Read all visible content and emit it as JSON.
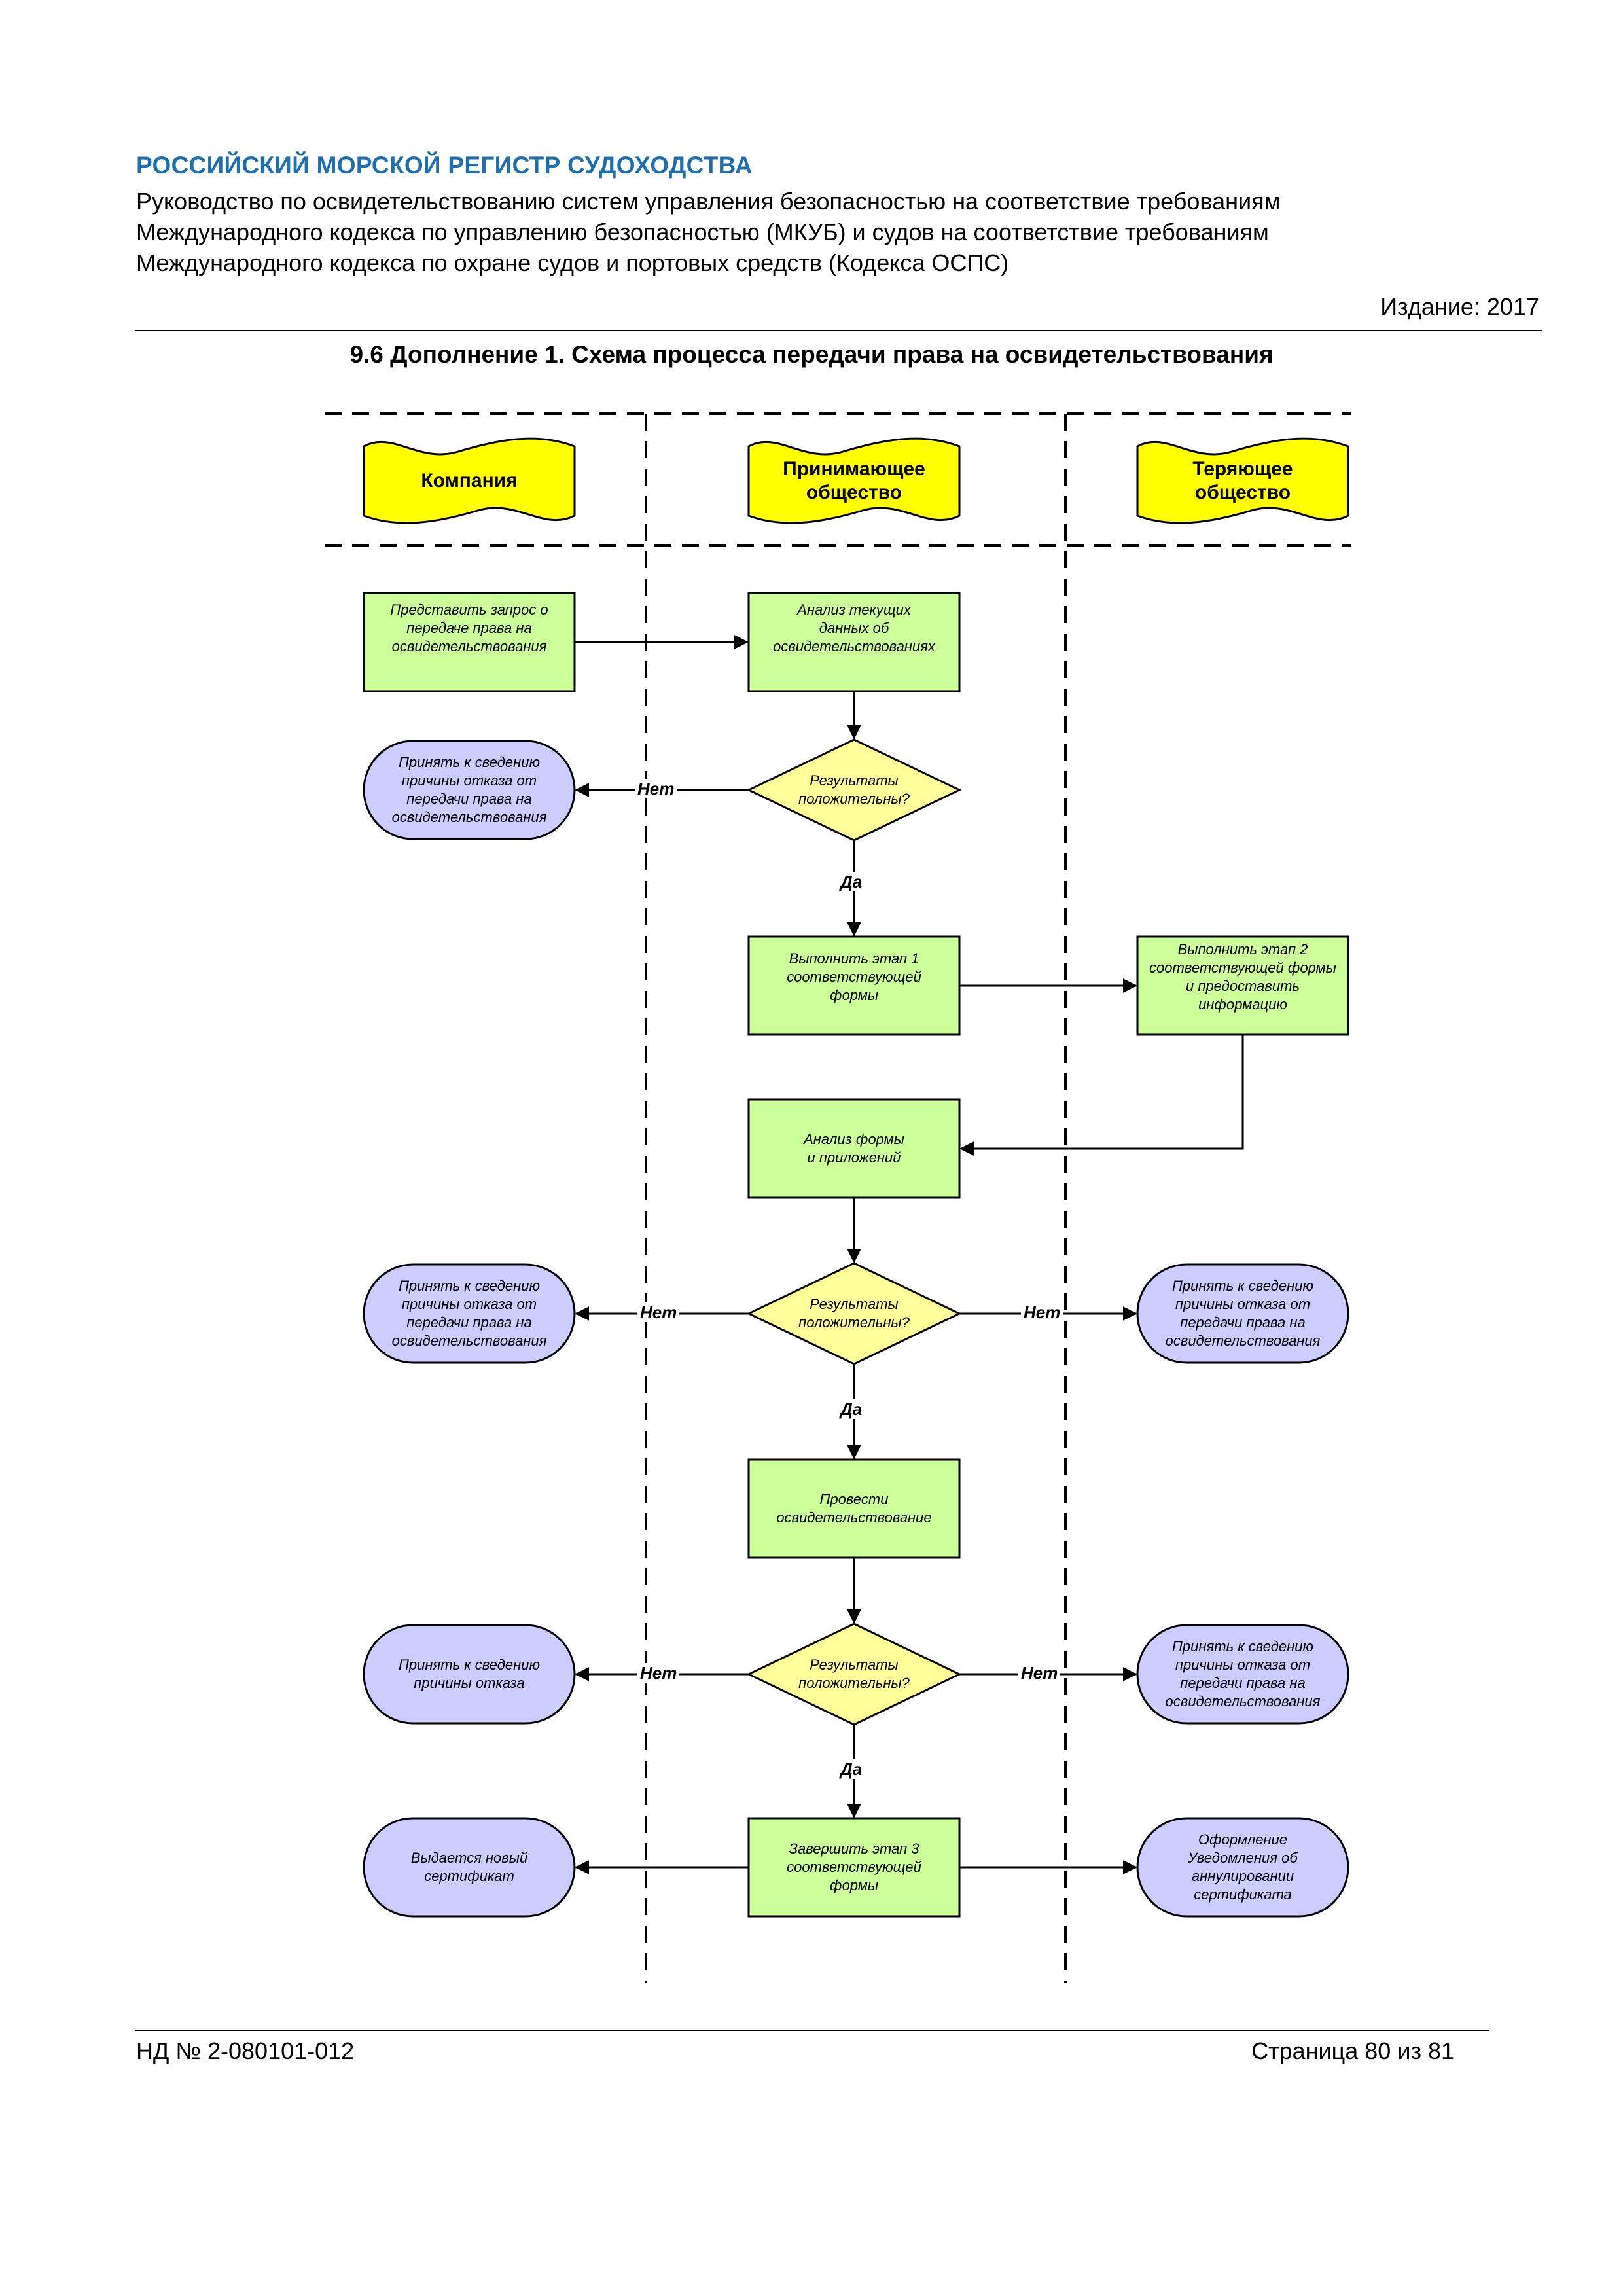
{
  "header": {
    "organization": "РОССИЙСКИЙ МОРСКОЙ РЕГИСТР СУДОХОДСТВА",
    "subtitle_line1": "Руководство по освидетельствованию систем управления безопасностью на соответствие требованиям",
    "subtitle_line2": "Международного кодекса по управлению безопасностью (МКУБ) и судов на соответствие требованиям",
    "subtitle_line3": "Международного кодекса по охране судов и портовых средств (Кодекса ОСПС)",
    "edition": "Издание: 2017"
  },
  "title": "9.6 Дополнение 1. Схема процесса передачи права на освидетельствования",
  "lanes": {
    "company": "Компания",
    "receiving": "Принимающее общество",
    "losing": "Теряющее общество"
  },
  "nodes": {
    "request": "Представить запрос о передаче права на освидетельствования",
    "analyze_data": "Анализ текущих данных об освидетельствованиях",
    "decision1": "Результаты положительны?",
    "reject1": "Принять к сведению причины отказа от передачи права на освидетельствования",
    "stage1": "Выполнить этап 1 соответствующей формы",
    "stage2": "Выполнить этап 2 соответствующей формы и предоставить информацию",
    "analyze_form": "Анализ формы и приложений",
    "decision2": "Результаты положительны?",
    "reject2_company": "Принять к сведению причины отказа от передачи права на освидетельствования",
    "reject2_losing": "Принять к сведению причины отказа от передачи права на освидетельствования",
    "survey": "Провести освидетельствование",
    "decision3": "Результаты положительны?",
    "reject3_company": "Принять к сведению причины отказа",
    "reject3_losing": "Принять к сведению причины отказа от передачи права на освидетельствования",
    "stage3": "Завершить этап 3 соответствующей формы",
    "new_cert": "Выдается новый сертификат",
    "cancel_notice": "Оформление Уведомления об аннулировании сертификата"
  },
  "edge_labels": {
    "no": "Нет",
    "yes": "Да"
  },
  "colors": {
    "org_blue": "#1f6fb0",
    "header_yellow": "#ffff00",
    "process_green": "#ccff99",
    "decision_yellow": "#ffff99",
    "terminal_lavender": "#ccccff"
  },
  "footer": {
    "doc_number": "НД № 2-080101-012",
    "page": "Страница 80 из 81"
  }
}
